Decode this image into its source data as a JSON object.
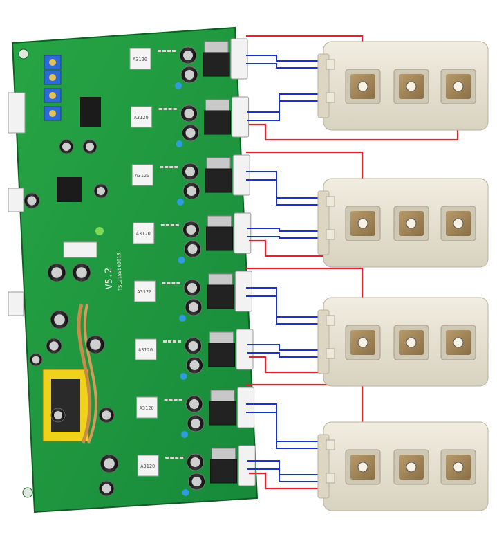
{
  "board": {
    "version_label": "V5.2",
    "serial_label": "TSL2180502018",
    "driver_channels": 8,
    "optocoupler_label": "A3120"
  },
  "modules": [
    {
      "id": 1
    },
    {
      "id": 2
    },
    {
      "id": 3
    },
    {
      "id": 4
    }
  ],
  "colors": {
    "board": "#1f9a3c",
    "board_dark": "#167a2e",
    "module": "#e9e4d4",
    "wire_red": "#e0232e",
    "wire_blue": "#1b33c9",
    "background": "#ffffff"
  }
}
